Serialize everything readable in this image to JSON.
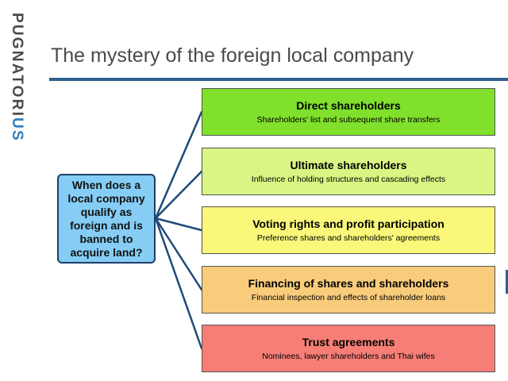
{
  "logo": {
    "text_main": "PUGNATORI",
    "text_accent": "US",
    "color_main": "#4a4a4a",
    "color_accent": "#2e7fc0"
  },
  "slide": {
    "title": "The mystery of the foreign local company"
  },
  "question": {
    "text": "When does a\nlocal company\nqualify as\nforeign and is\nbanned to\nacquire land?",
    "color": "#85cdf5"
  },
  "categories": [
    {
      "title": "Direct shareholders",
      "subtitle": "Shareholders' list and subsequent share transfers",
      "color": "#80e02c"
    },
    {
      "title": "Ultimate shareholders",
      "subtitle": "Influence of holding structures and cascading effects",
      "color": "#d9f583"
    },
    {
      "title": "Voting rights and profit participation",
      "subtitle": "Preference shares and shareholders' agreements",
      "color": "#faf77a"
    },
    {
      "title": "Financing of shares and shareholders",
      "subtitle": "Financial inspection and effects of shareholder loans",
      "color": "#f9cc7c"
    },
    {
      "title": "Trust agreements",
      "subtitle": "Nominees, lawyer shareholders and Thai wifes",
      "color": "#f67e76"
    }
  ],
  "colors": {
    "rule": "#2f5f8f",
    "connector": "#1f4a7a"
  }
}
